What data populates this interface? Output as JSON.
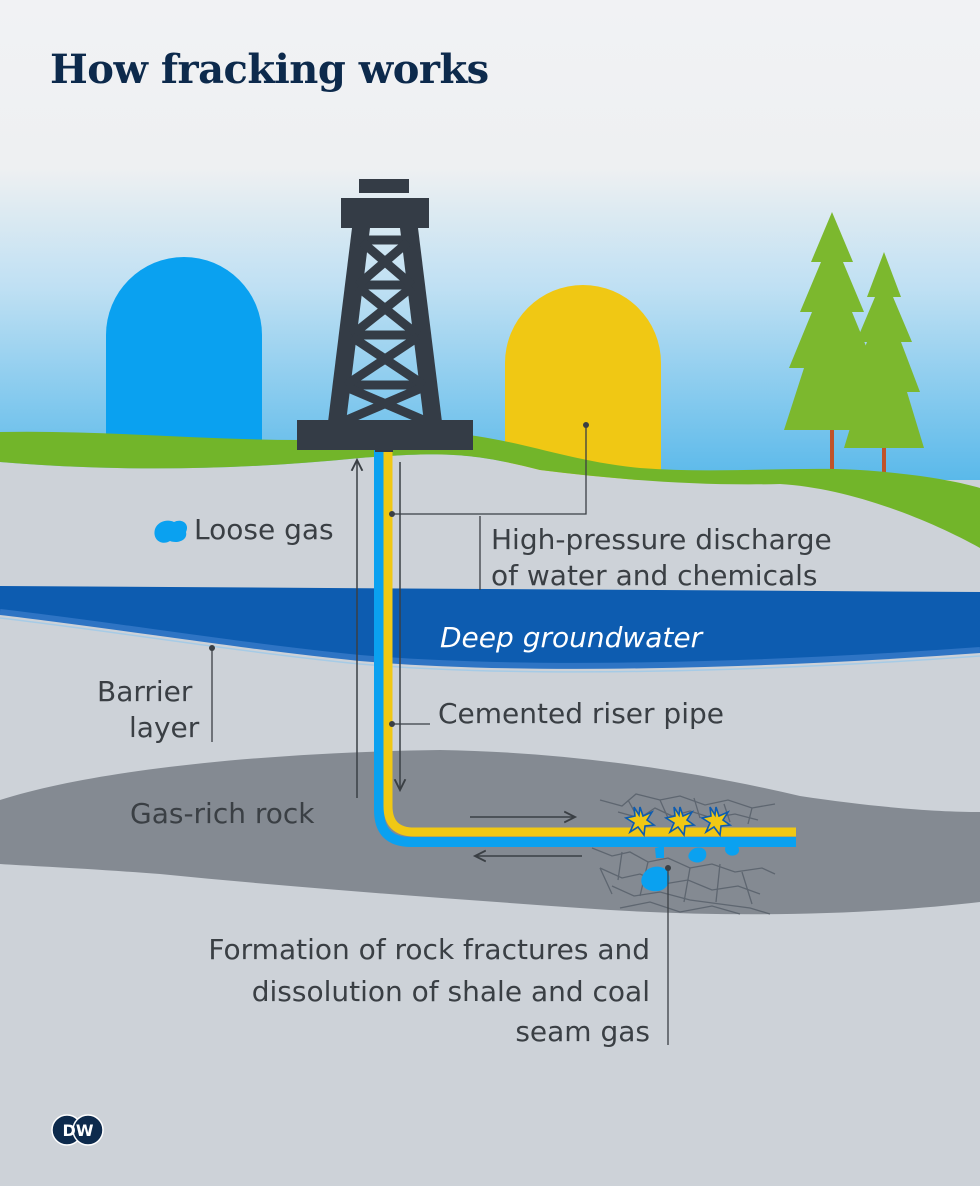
{
  "title": "How fracking works",
  "labels": {
    "loose_gas": "Loose gas",
    "high_pressure_line1": "High-pressure discharge",
    "high_pressure_line2": "of water and chemicals",
    "deep_groundwater": "Deep groundwater",
    "barrier_line1": "Barrier",
    "barrier_line2": "layer",
    "cemented_pipe": "Cemented riser pipe",
    "gas_rich_rock": "Gas-rich rock",
    "formation_line1": "Formation of rock fractures and",
    "formation_line2": "dissolution of shale and coal",
    "formation_line3": "seam gas"
  },
  "logo": {
    "text": "DW"
  },
  "colors": {
    "title": "#0d2a4c",
    "sky_top": "#f1f2f4",
    "sky_bottom": "#5ab9ea",
    "water_tank": "#0aa1f0",
    "chemical_tank": "#f0c814",
    "grass": "#72b52a",
    "soil": "#cdd2d8",
    "groundwater": "#0d5cb0",
    "gas_rock": "#848a92",
    "derrick": "#343c46",
    "pipe_blue": "#0aa1f0",
    "pipe_yellow": "#f0c814",
    "label_text": "#3a3f44"
  },
  "icons": [
    "water-tank-icon",
    "chemical-tank-icon",
    "derrick-icon",
    "tree-icon",
    "gas-blob-icon",
    "explosion-icon",
    "dw-logo-icon"
  ]
}
